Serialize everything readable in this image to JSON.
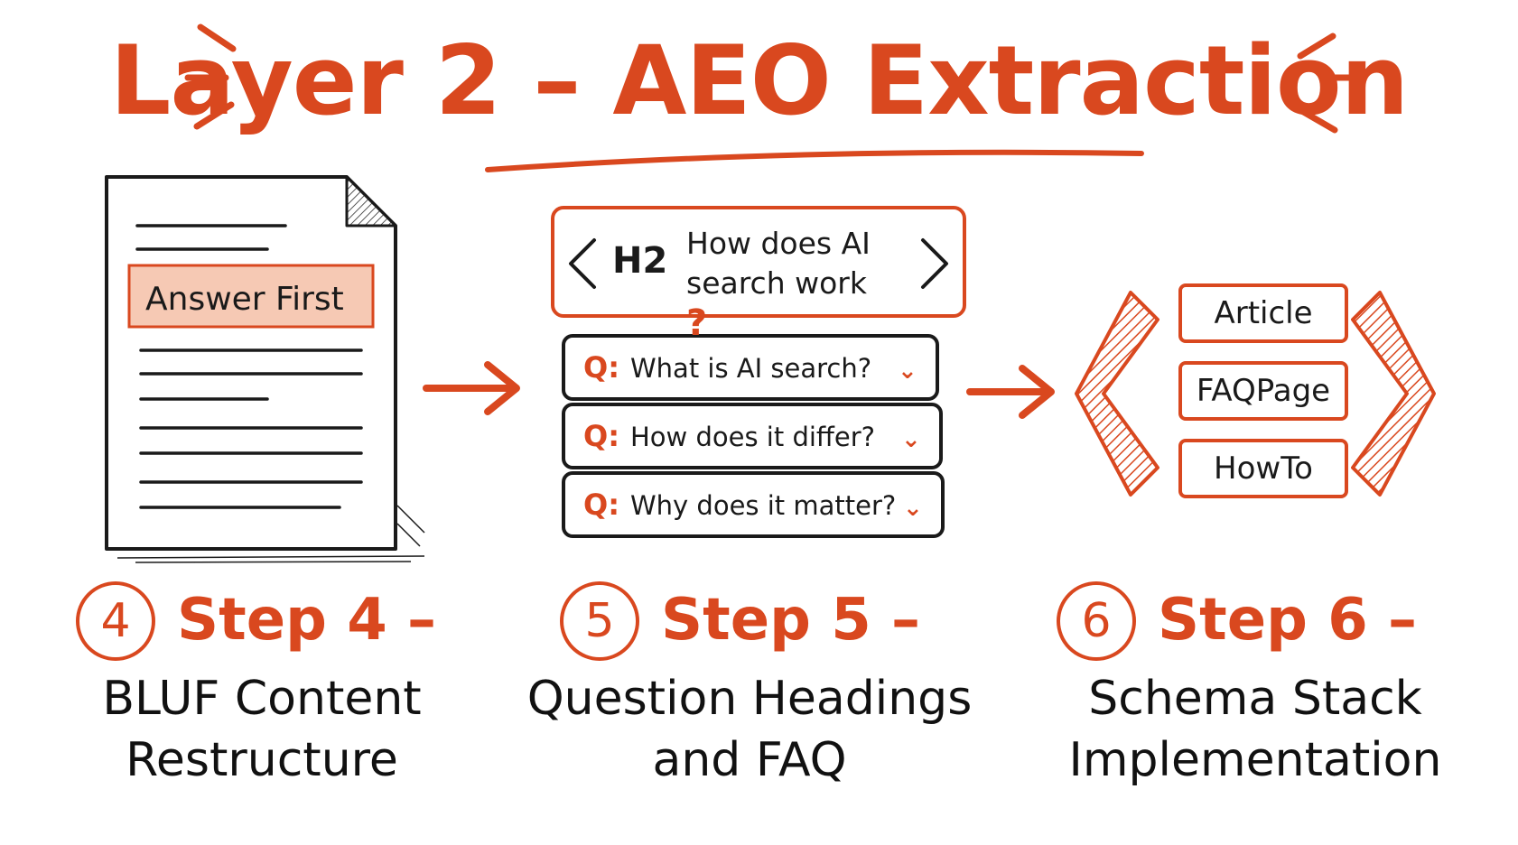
{
  "title": "Layer 2 – AEO Extraction",
  "colors": {
    "accent": "#d9481f",
    "ink": "#1a1a1a",
    "highlight": "#f6c9b4",
    "background": "#ffffff"
  },
  "document": {
    "highlight_label": "Answer First",
    "icon": "document-icon"
  },
  "heading_card": {
    "tag": "H2",
    "line1": "How does AI",
    "line2": "search work",
    "question_mark": "?"
  },
  "faq": {
    "prefix": "Q:",
    "items": [
      {
        "question": "What is AI search?"
      },
      {
        "question": "How does it differ?"
      },
      {
        "question": "Why does it matter?"
      }
    ],
    "chevron": "⌄"
  },
  "schema": {
    "items": [
      "Article",
      "FAQPage",
      "HowTo"
    ]
  },
  "steps": [
    {
      "number": "4",
      "head": "Step 4 –",
      "line1": "BLUF Content",
      "line2": "Restructure"
    },
    {
      "number": "5",
      "head": "Step 5 –",
      "line1": "Question Headings",
      "line2": "and FAQ"
    },
    {
      "number": "6",
      "head": "Step 6 –",
      "line1": "Schema Stack",
      "line2": "Implementation"
    }
  ]
}
